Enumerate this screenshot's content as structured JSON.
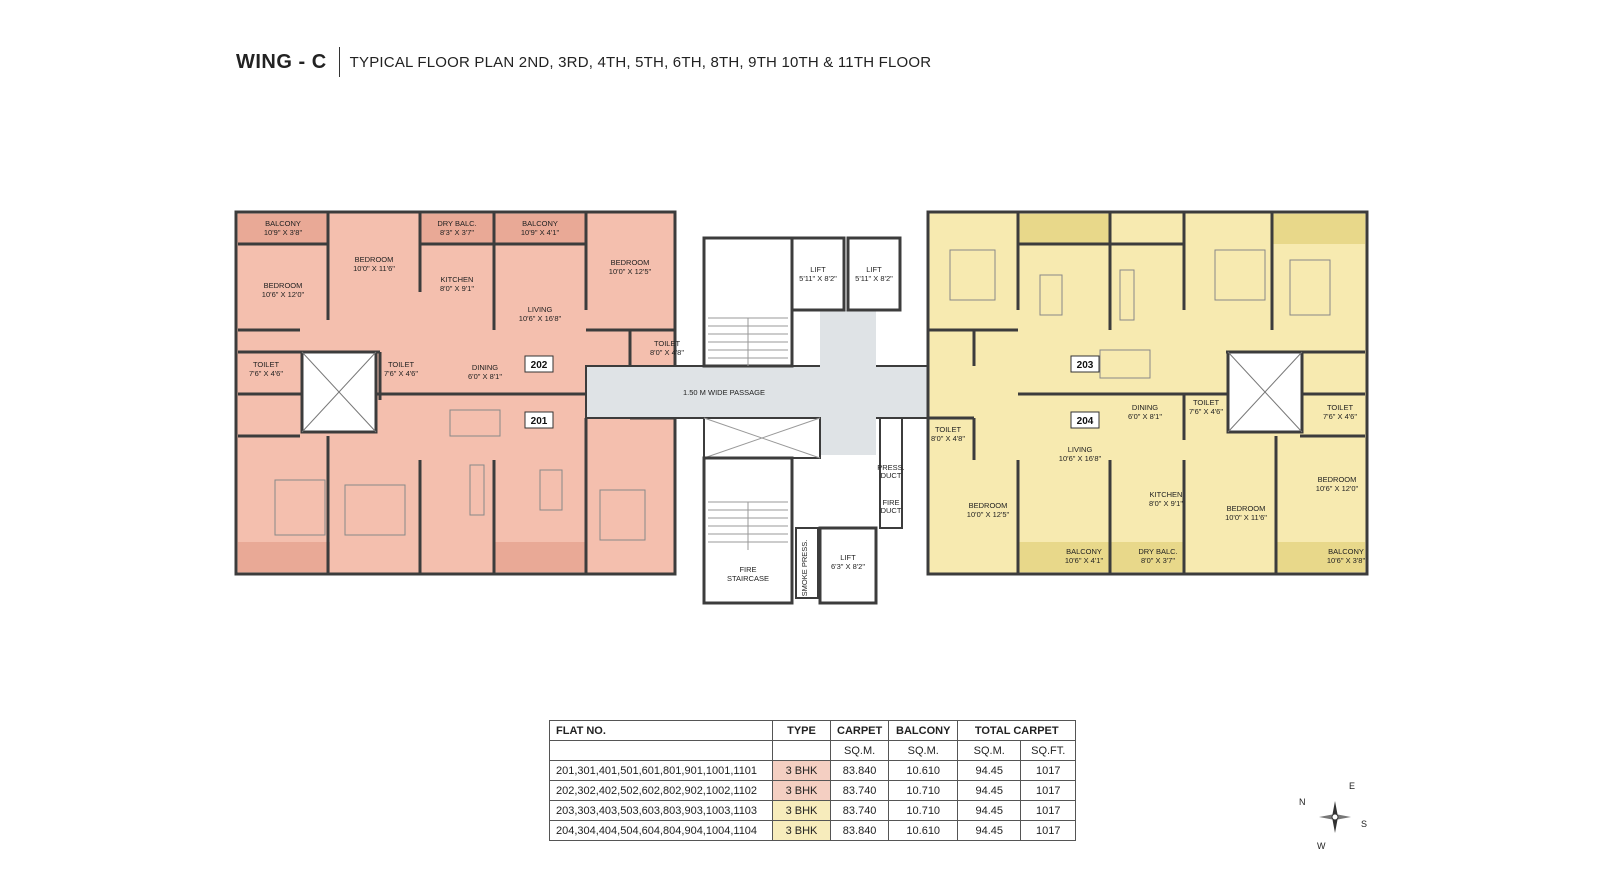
{
  "header": {
    "wing": "WING - C",
    "subtitle": "TYPICAL FLOOR PLAN 2ND, 3RD, 4TH, 5TH, 6TH, 8TH, 9TH 10TH & 11TH FLOOR"
  },
  "colors": {
    "unit_pink": "#f4bfae",
    "unit_yellow": "#f7eab0",
    "balcony_pink": "#e9a996",
    "balcony_yellow": "#e8d88a",
    "core_grey": "#dfe3e6",
    "wall": "#3c3c3c"
  },
  "left_rooms": {
    "balcony_a": {
      "name": "BALCONY",
      "dim": "10'9\" X 3'8\""
    },
    "bedroom_a": {
      "name": "BEDROOM",
      "dim": "10'6\" X 12'0\""
    },
    "bedroom_b": {
      "name": "BEDROOM",
      "dim": "10'0\" X 11'6\""
    },
    "dry_balc": {
      "name": "DRY BALC.",
      "dim": "8'3\" X 3'7\""
    },
    "kitchen": {
      "name": "KITCHEN",
      "dim": "8'0\" X 9'1\""
    },
    "balcony_b": {
      "name": "BALCONY",
      "dim": "10'9\" X 4'1\""
    },
    "living": {
      "name": "LIVING",
      "dim": "10'6\" X 16'8\""
    },
    "bedroom_c": {
      "name": "BEDROOM",
      "dim": "10'0\" X 12'5\""
    },
    "toilet_a": {
      "name": "TOILET",
      "dim": "7'6\" X 4'6\""
    },
    "toilet_b": {
      "name": "TOILET",
      "dim": "7'6\" X 4'6\""
    },
    "dining": {
      "name": "DINING",
      "dim": "6'0\" X 8'1\""
    },
    "toilet_c": {
      "name": "TOILET",
      "dim": "8'0\" X 4'8\""
    }
  },
  "right_rooms": {
    "toilet_a": {
      "name": "TOILET",
      "dim": "8'0\" X 4'8\""
    },
    "dining": {
      "name": "DINING",
      "dim": "6'0\" X 8'1\""
    },
    "toilet_b": {
      "name": "TOILET",
      "dim": "7'6\" X 4'6\""
    },
    "toilet_c": {
      "name": "TOILET",
      "dim": "7'6\" X 4'6\""
    },
    "living": {
      "name": "LIVING",
      "dim": "10'6\" X 16'8\""
    },
    "kitchen": {
      "name": "KITCHEN",
      "dim": "8'0\" X 9'1\""
    },
    "bedroom_a": {
      "name": "BEDROOM",
      "dim": "10'6\" X 12'0\""
    },
    "bedroom_b": {
      "name": "BEDROOM",
      "dim": "10'0\" X 12'5\""
    },
    "bedroom_c": {
      "name": "BEDROOM",
      "dim": "10'0\" X 11'6\""
    },
    "balcony_a": {
      "name": "BALCONY",
      "dim": "10'6\" X 4'1\""
    },
    "dry_balc": {
      "name": "DRY BALC.",
      "dim": "8'0\" X 3'7\""
    },
    "balcony_b": {
      "name": "BALCONY",
      "dim": "10'6\" X 3'8\""
    }
  },
  "core": {
    "lift_a": {
      "name": "LIFT",
      "dim": "5'11\" X 8'2\""
    },
    "lift_b": {
      "name": "LIFT",
      "dim": "5'11\" X 8'2\""
    },
    "lift_c": {
      "name": "LIFT",
      "dim": "6'3\" X 8'2\""
    },
    "passage": "1.50 M WIDE PASSAGE",
    "fire_1": "FIRE",
    "fire_2": "STAIRCASE",
    "press_1": "PRESS.",
    "press_2": "DUCT",
    "fire_duct_1": "FIRE",
    "fire_duct_2": "DUCT",
    "smoke": "SMOKE PRESS."
  },
  "units": {
    "u201": "201",
    "u202": "202",
    "u203": "203",
    "u204": "204"
  },
  "table": {
    "headers": {
      "flat": "FLAT NO.",
      "type": "TYPE",
      "carpet": "CARPET",
      "balcony": "BALCONY",
      "total": "TOTAL CARPET"
    },
    "units": {
      "c1": "SQ.M.",
      "c2": "SQ.M.",
      "c3": "SQ.M.",
      "c4": "SQ.FT."
    },
    "rows": [
      {
        "flats": "201,301,401,501,601,801,901,1001,1101",
        "type": "3 BHK",
        "carpet": "83.840",
        "balcony": "10.610",
        "total_sqm": "94.45",
        "total_sqft": "1017",
        "type_color": "#f4cfc2"
      },
      {
        "flats": "202,302,402,502,602,802,902,1002,1102",
        "type": "3 BHK",
        "carpet": "83.740",
        "balcony": "10.710",
        "total_sqm": "94.45",
        "total_sqft": "1017",
        "type_color": "#f4cfc2"
      },
      {
        "flats": "203,303,403,503,603,803,903,1003,1103",
        "type": "3 BHK",
        "carpet": "83.740",
        "balcony": "10.710",
        "total_sqm": "94.45",
        "total_sqft": "1017",
        "type_color": "#f7ecbc"
      },
      {
        "flats": "204,304,404,504,604,804,904,1004,1104",
        "type": "3 BHK",
        "carpet": "83.840",
        "balcony": "10.610",
        "total_sqm": "94.45",
        "total_sqft": "1017",
        "type_color": "#f7ecbc"
      }
    ]
  },
  "compass": {
    "n": "N",
    "e": "E",
    "s": "S",
    "w": "W"
  }
}
